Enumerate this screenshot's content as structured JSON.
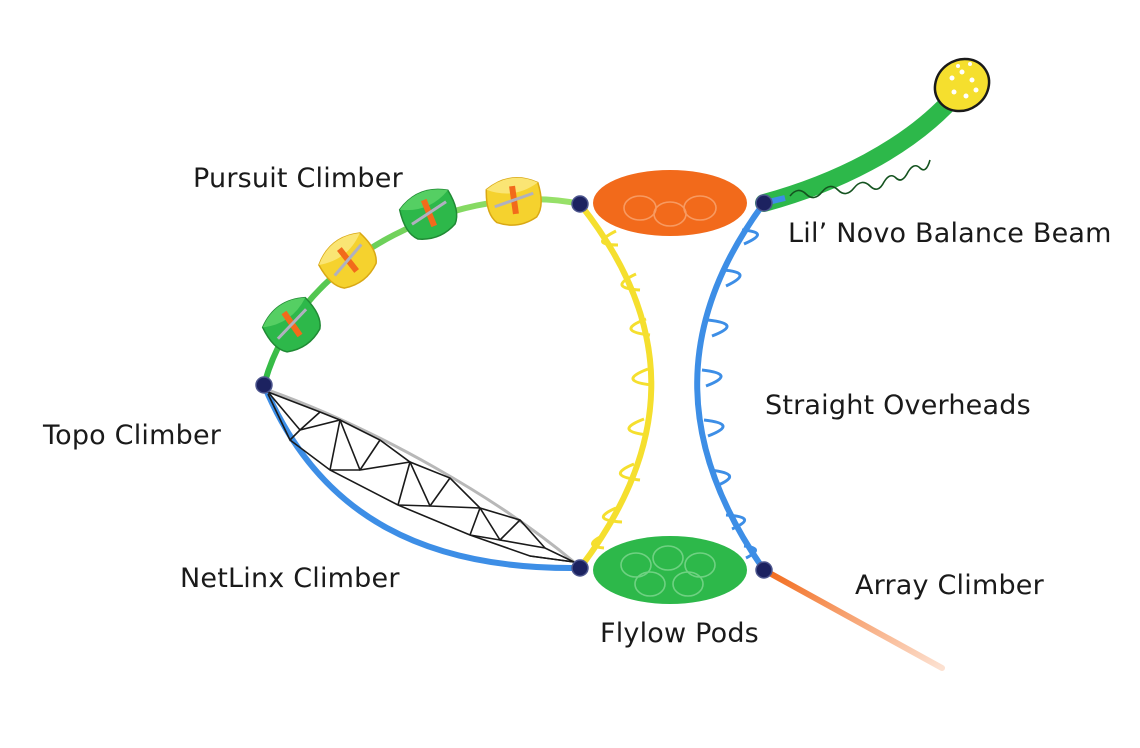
{
  "labels": {
    "pursuit": "Pursuit Climber",
    "balance": "Lil’ Novo Balance Beam",
    "topo": "Topo Climber",
    "straight": "Straight Overheads",
    "netlinx": "NetLinx Climber",
    "array": "Array Climber",
    "flylow": "Flylow Pods"
  },
  "colors": {
    "blue": "#3d8ee6",
    "green": "#2db84a",
    "light_green": "#7ed957",
    "yellow": "#f5df2e",
    "orange": "#f26a1b",
    "navy": "#1c2260",
    "net": "#1a1a1a"
  }
}
